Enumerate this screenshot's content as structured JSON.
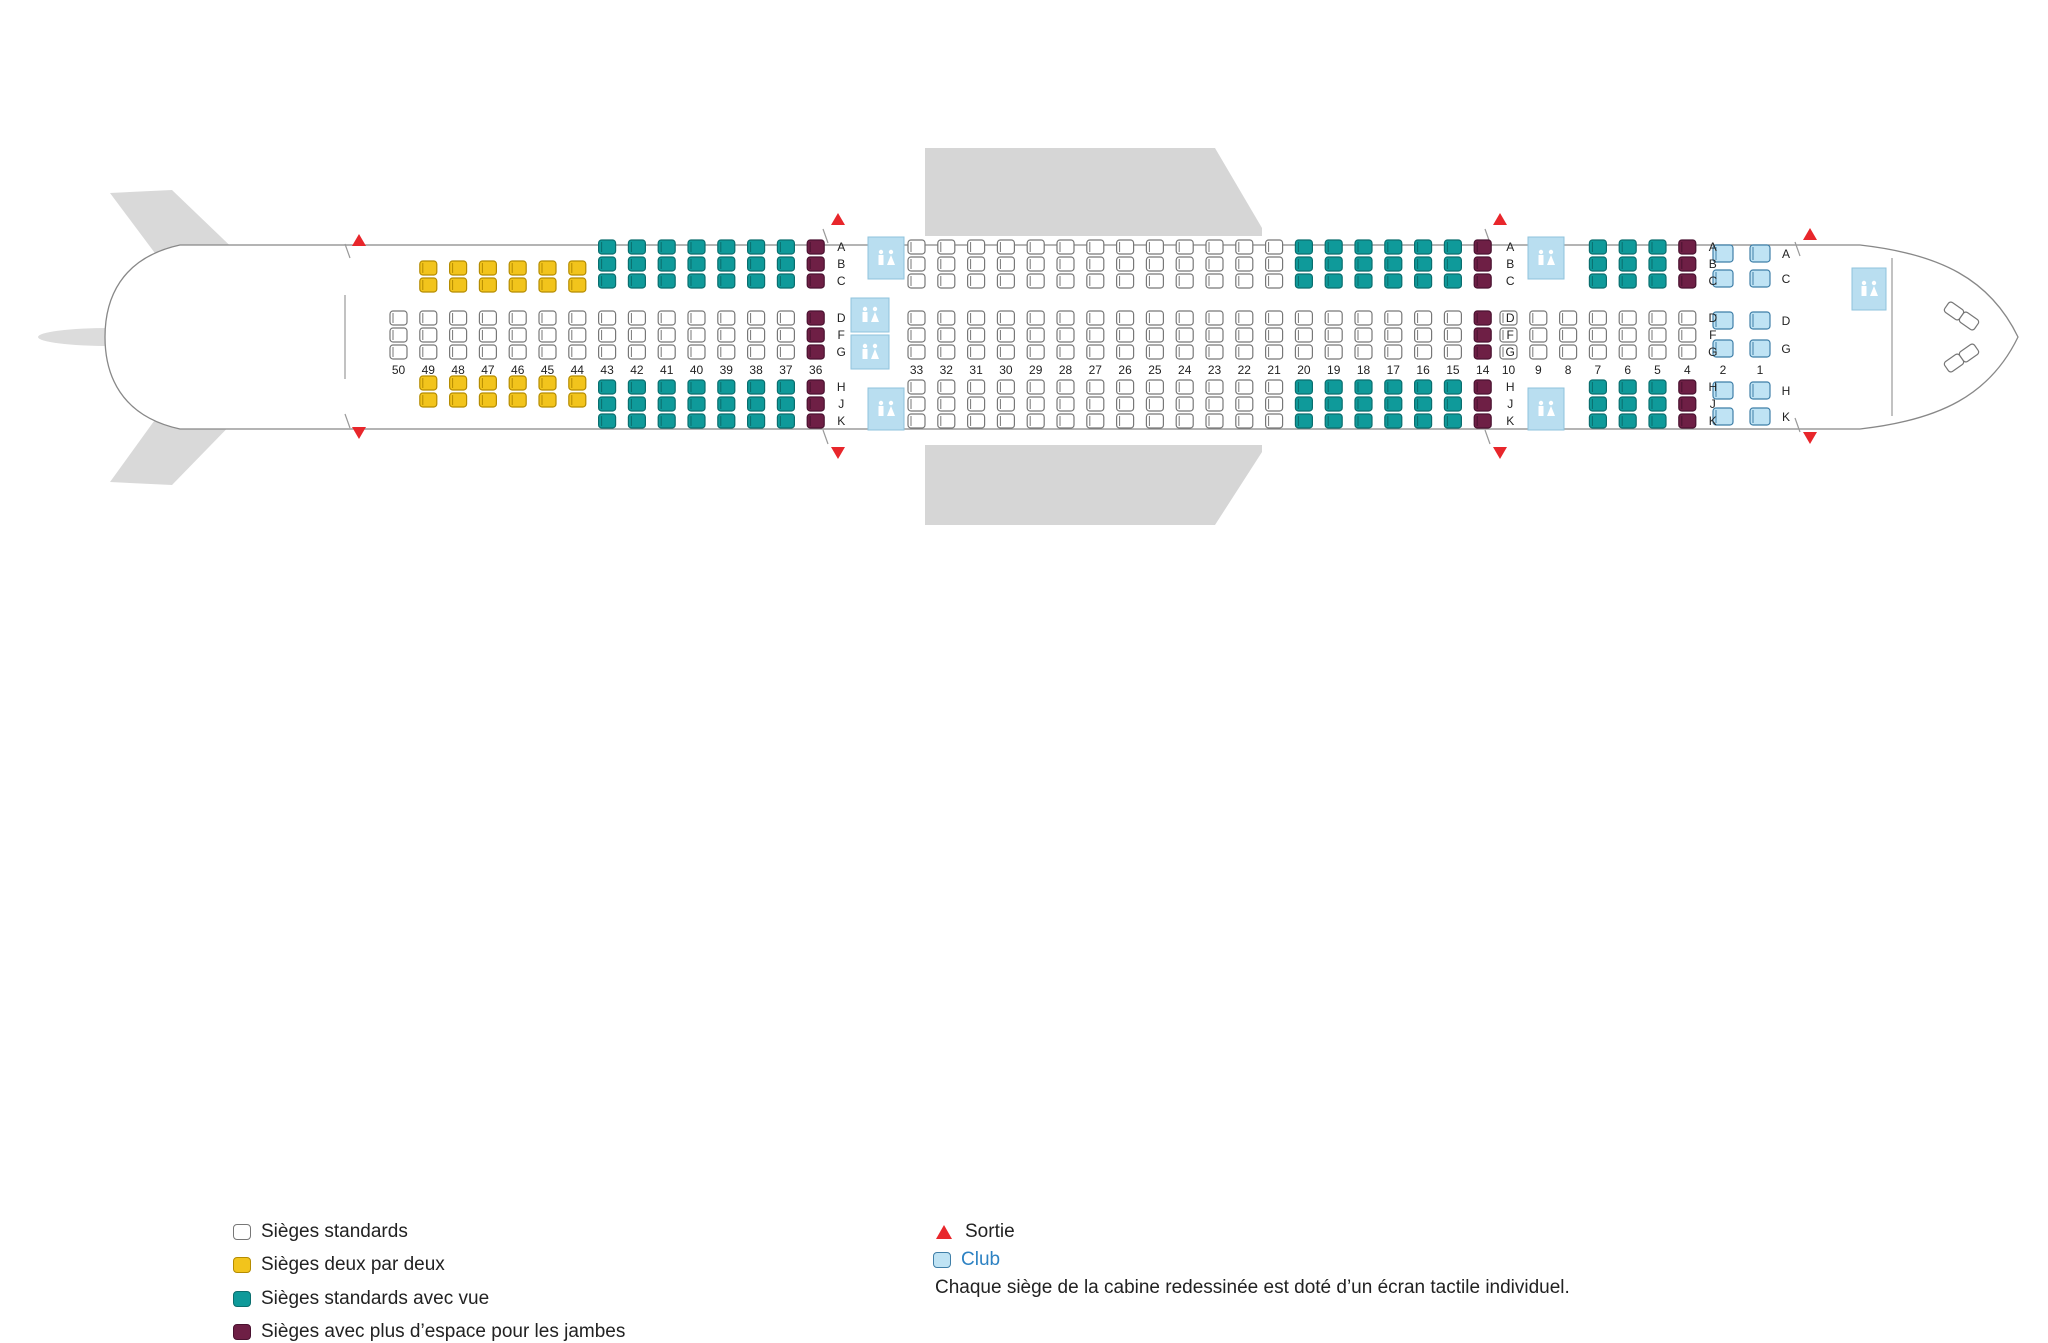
{
  "colors": {
    "standard_fill": "#ffffff",
    "standard_stroke": "#777777",
    "pair_fill": "#f2c41c",
    "pair_stroke": "#b58c00",
    "view_fill": "#0f9a9a",
    "view_stroke": "#0a6e6e",
    "legroom_fill": "#6e1f45",
    "legroom_stroke": "#4a1230",
    "club_fill": "#bfe3f4",
    "club_stroke": "#3f7fa8",
    "lavatory": "#b9def0",
    "exit": "#e8262b",
    "fuselage": "#888888",
    "wing": "#d6d6d6"
  },
  "lavatory_icon": "lavatory-icon",
  "seat_map": {
    "row_numbers_economy": [
      "50",
      "49",
      "48",
      "47",
      "46",
      "45",
      "44",
      "43",
      "42",
      "41",
      "40",
      "39",
      "38",
      "37",
      "36"
    ],
    "row_numbers_mid": [
      "33",
      "32",
      "31",
      "30",
      "29",
      "28",
      "27",
      "26",
      "25",
      "24",
      "23",
      "22",
      "21",
      "20",
      "19",
      "18",
      "17",
      "16",
      "15",
      "14"
    ],
    "row_numbers_front": [
      "10",
      "9",
      "8",
      "7",
      "6",
      "5",
      "4"
    ],
    "row_numbers_club": [
      "2",
      "1"
    ],
    "letters_top": [
      "A",
      "B",
      "C"
    ],
    "letters_mid": [
      "D",
      "F",
      "G"
    ],
    "letters_bot": [
      "H",
      "J",
      "K"
    ],
    "club_letters_top": [
      "A",
      "C"
    ],
    "club_letters_mid": [
      "D",
      "G"
    ],
    "club_letters_bot": [
      "H",
      "K"
    ]
  },
  "legend": {
    "standard": "Sièges standards",
    "pair": "Sièges deux par deux",
    "view": "Sièges standards avec vue",
    "legroom": "Sièges avec plus d’espace pour les jambes",
    "exit": "Sortie",
    "club": "Club",
    "note": "Chaque siège de la cabine redessinée est doté d’un écran tactile individuel."
  }
}
